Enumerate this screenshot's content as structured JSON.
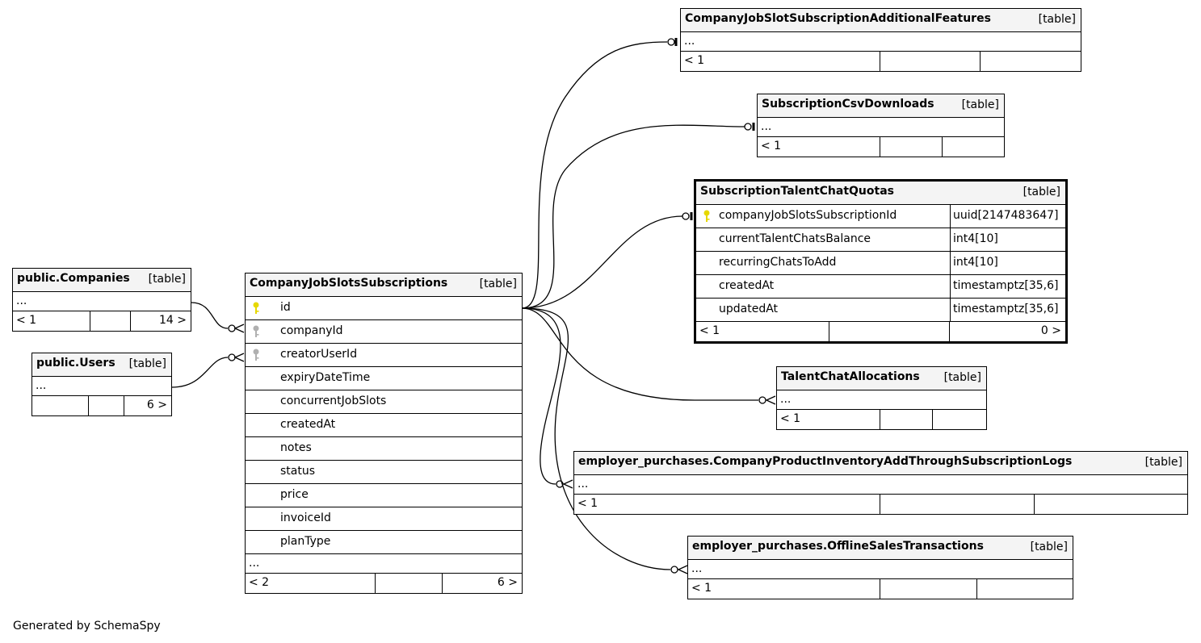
{
  "tables": {
    "additional_features": {
      "name": "CompanyJobSlotSubscriptionAdditionalFeatures",
      "kind": "[table]",
      "dots": "...",
      "foot_left": "< 1",
      "foot_right": ""
    },
    "csv_downloads": {
      "name": "SubscriptionCsvDownloads",
      "kind": "[table]",
      "dots": "...",
      "foot_left": "< 1",
      "foot_right": ""
    },
    "talent_chat_quotas": {
      "name": "SubscriptionTalentChatQuotas",
      "kind": "[table]",
      "columns": [
        {
          "name": "companyJobSlotsSubscriptionId",
          "type": "uuid[2147483647]",
          "key": "primary"
        },
        {
          "name": "currentTalentChatsBalance",
          "type": "int4[10]",
          "key": "none"
        },
        {
          "name": "recurringChatsToAdd",
          "type": "int4[10]",
          "key": "none"
        },
        {
          "name": "createdAt",
          "type": "timestamptz[35,6]",
          "key": "none"
        },
        {
          "name": "updatedAt",
          "type": "timestamptz[35,6]",
          "key": "none"
        }
      ],
      "foot_left": "< 1",
      "foot_right": "0 >"
    },
    "companies": {
      "name": "public.Companies",
      "kind": "[table]",
      "dots": "...",
      "foot_left": "< 1",
      "foot_right": "14 >"
    },
    "users": {
      "name": "public.Users",
      "kind": "[table]",
      "dots": "...",
      "foot_left": "",
      "foot_right": "6 >"
    },
    "subscriptions": {
      "name": "CompanyJobSlotsSubscriptions",
      "kind": "[table]",
      "columns": [
        {
          "name": "id",
          "key": "primary"
        },
        {
          "name": "companyId",
          "key": "foreign"
        },
        {
          "name": "creatorUserId",
          "key": "foreign"
        },
        {
          "name": "expiryDateTime",
          "key": "none"
        },
        {
          "name": "concurrentJobSlots",
          "key": "none"
        },
        {
          "name": "createdAt",
          "key": "none"
        },
        {
          "name": "notes",
          "key": "none"
        },
        {
          "name": "status",
          "key": "none"
        },
        {
          "name": "price",
          "key": "none"
        },
        {
          "name": "invoiceId",
          "key": "none"
        },
        {
          "name": "planType",
          "key": "none"
        }
      ],
      "dots": "...",
      "foot_left": "< 2",
      "foot_right": "6 >"
    },
    "talent_chat_allocations": {
      "name": "TalentChatAllocations",
      "kind": "[table]",
      "dots": "...",
      "foot_left": "< 1",
      "foot_right": ""
    },
    "inventory_logs": {
      "name": "employer_purchases.CompanyProductInventoryAddThroughSubscriptionLogs",
      "kind": "[table]",
      "dots": "...",
      "foot_left": "< 1",
      "foot_right": ""
    },
    "offline_sales": {
      "name": "employer_purchases.OfflineSalesTransactions",
      "kind": "[table]",
      "dots": "...",
      "foot_left": "< 1",
      "foot_right": ""
    }
  },
  "footer": {
    "text": "Generated by SchemaSpy"
  },
  "colors": {
    "primary_key": "#e6d800",
    "foreign_key": "#b0b0b0",
    "header_bg": "#f4f4f4"
  },
  "icons": {
    "primary_key": "key-icon",
    "foreign_key": "key-icon"
  }
}
